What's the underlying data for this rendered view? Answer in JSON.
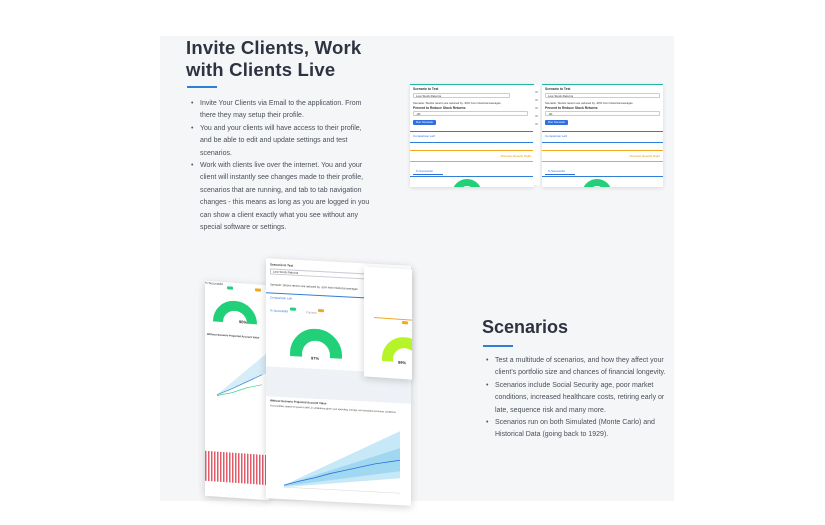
{
  "invite": {
    "title_line1": "Invite Clients, Work",
    "title_line2": "with Clients Live",
    "bullets": [
      "Invite Your Clients via Email to the application. From there they may setup their profile.",
      "You and your clients will have access to their profile, and be able to edit and update settings and test scenarios.",
      "Work with clients live over the internet. You and your client will instantly see changes made to their profile, scenarios that are running, and tab to tab navigation changes - this means as long as you are logged in you can show a client exactly what you see without any special software or settings."
    ]
  },
  "scenarios": {
    "title": "Scenarios",
    "bullets": [
      "Test a multitude of scenarios, and how they affect your client's portfolio size and chances of financial longevity.",
      "Scenarios include Social Security age, poor market conditions, increased healthcare costs, retiring early or late, sequence risk and many more.",
      "Scenarios run on both Simulated (Monte Carlo) and Historical Data (going back to 1929)."
    ]
  },
  "mini_app": {
    "scenario_label": "Scenario to Test",
    "scenario_value": "Low Stock Returns",
    "scenario_desc": "Scenario: Stocks returns are reduced by -30% from historical averages",
    "percent_label": "Percent to Reduce Stock Returns:",
    "percent_value": "-30",
    "run_button": "Run Scenario",
    "comparison_link": "Comparison Left",
    "compare_right_link": "Scenario Results Right",
    "tab_scenario": "% Successful",
    "tab_other": "Failures",
    "donut_pct_left": "96%",
    "donut_pct_mid": "97%",
    "donut_pct_right": "99%",
    "chart_title": "Without Scenario Projected Account Value",
    "chart_desc": "Your portfolio started 50 years in 90%, in simulations given your spending, savings, and simulated economic conditions."
  },
  "colors": {
    "accent_blue": "#2f7ed8",
    "donut_green": "#22d07a",
    "donut_lime": "#b6f42a",
    "teal": "#23b5a5",
    "orange": "#f2a91f"
  }
}
